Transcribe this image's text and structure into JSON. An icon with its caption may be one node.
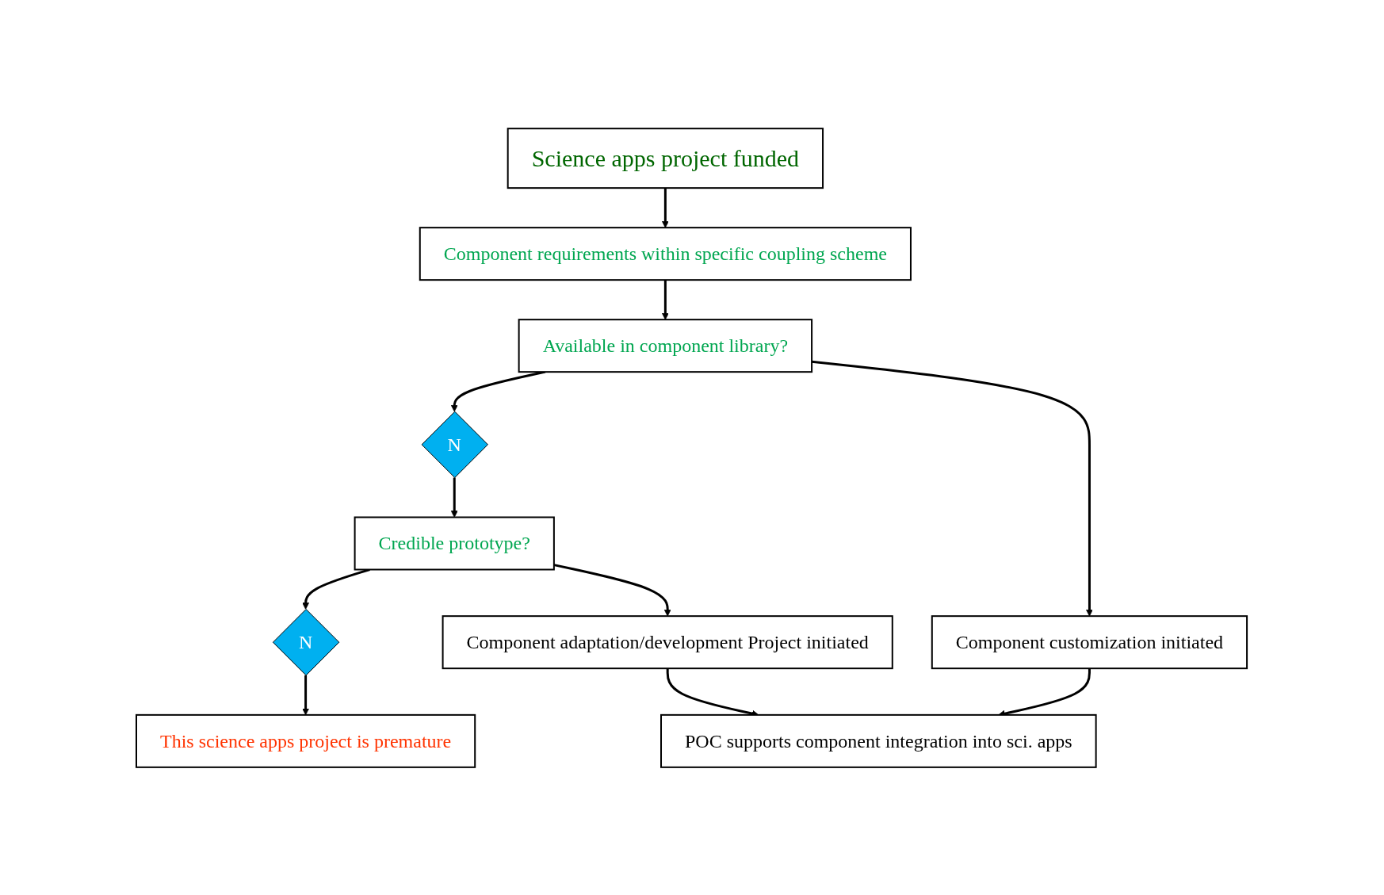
{
  "diagram": {
    "nodes": [
      {
        "text": [
          "Science apps project funded"
        ]
      },
      {
        "text": [
          "Component requirements within specific coupling scheme"
        ]
      },
      {
        "text": [
          "Available in component library?"
        ]
      },
      {
        "text": [
          "N"
        ]
      },
      {
        "text": [
          "Component customization initiated"
        ]
      },
      {
        "text": [
          "Credible prototype?"
        ]
      },
      {
        "text": [
          "N"
        ]
      },
      {
        "text": [
          "Component adaptation/development Project initiated"
        ]
      },
      {
        "text": [
          "This science apps project is premature"
        ]
      },
      {
        "text": [
          "POC supports component integration into sci. apps"
        ]
      }
    ],
    "edges": [
      {
        "from": 0,
        "to": 1,
        "arrow": "to"
      },
      {
        "from": 1,
        "to": 2,
        "arrow": "to"
      },
      {
        "from": 2,
        "to": 3,
        "arrow": "to"
      },
      {
        "from": 2,
        "to": 4,
        "arrow": "to"
      },
      {
        "from": 3,
        "to": 5,
        "arrow": "to"
      },
      {
        "from": 5,
        "to": 6,
        "arrow": "to"
      },
      {
        "from": 5,
        "to": 7,
        "arrow": "to"
      },
      {
        "from": 6,
        "to": 8,
        "arrow": "to"
      },
      {
        "from": 4,
        "to": 9,
        "arrow": "to"
      },
      {
        "from": 7,
        "to": 9,
        "arrow": "to"
      }
    ]
  }
}
